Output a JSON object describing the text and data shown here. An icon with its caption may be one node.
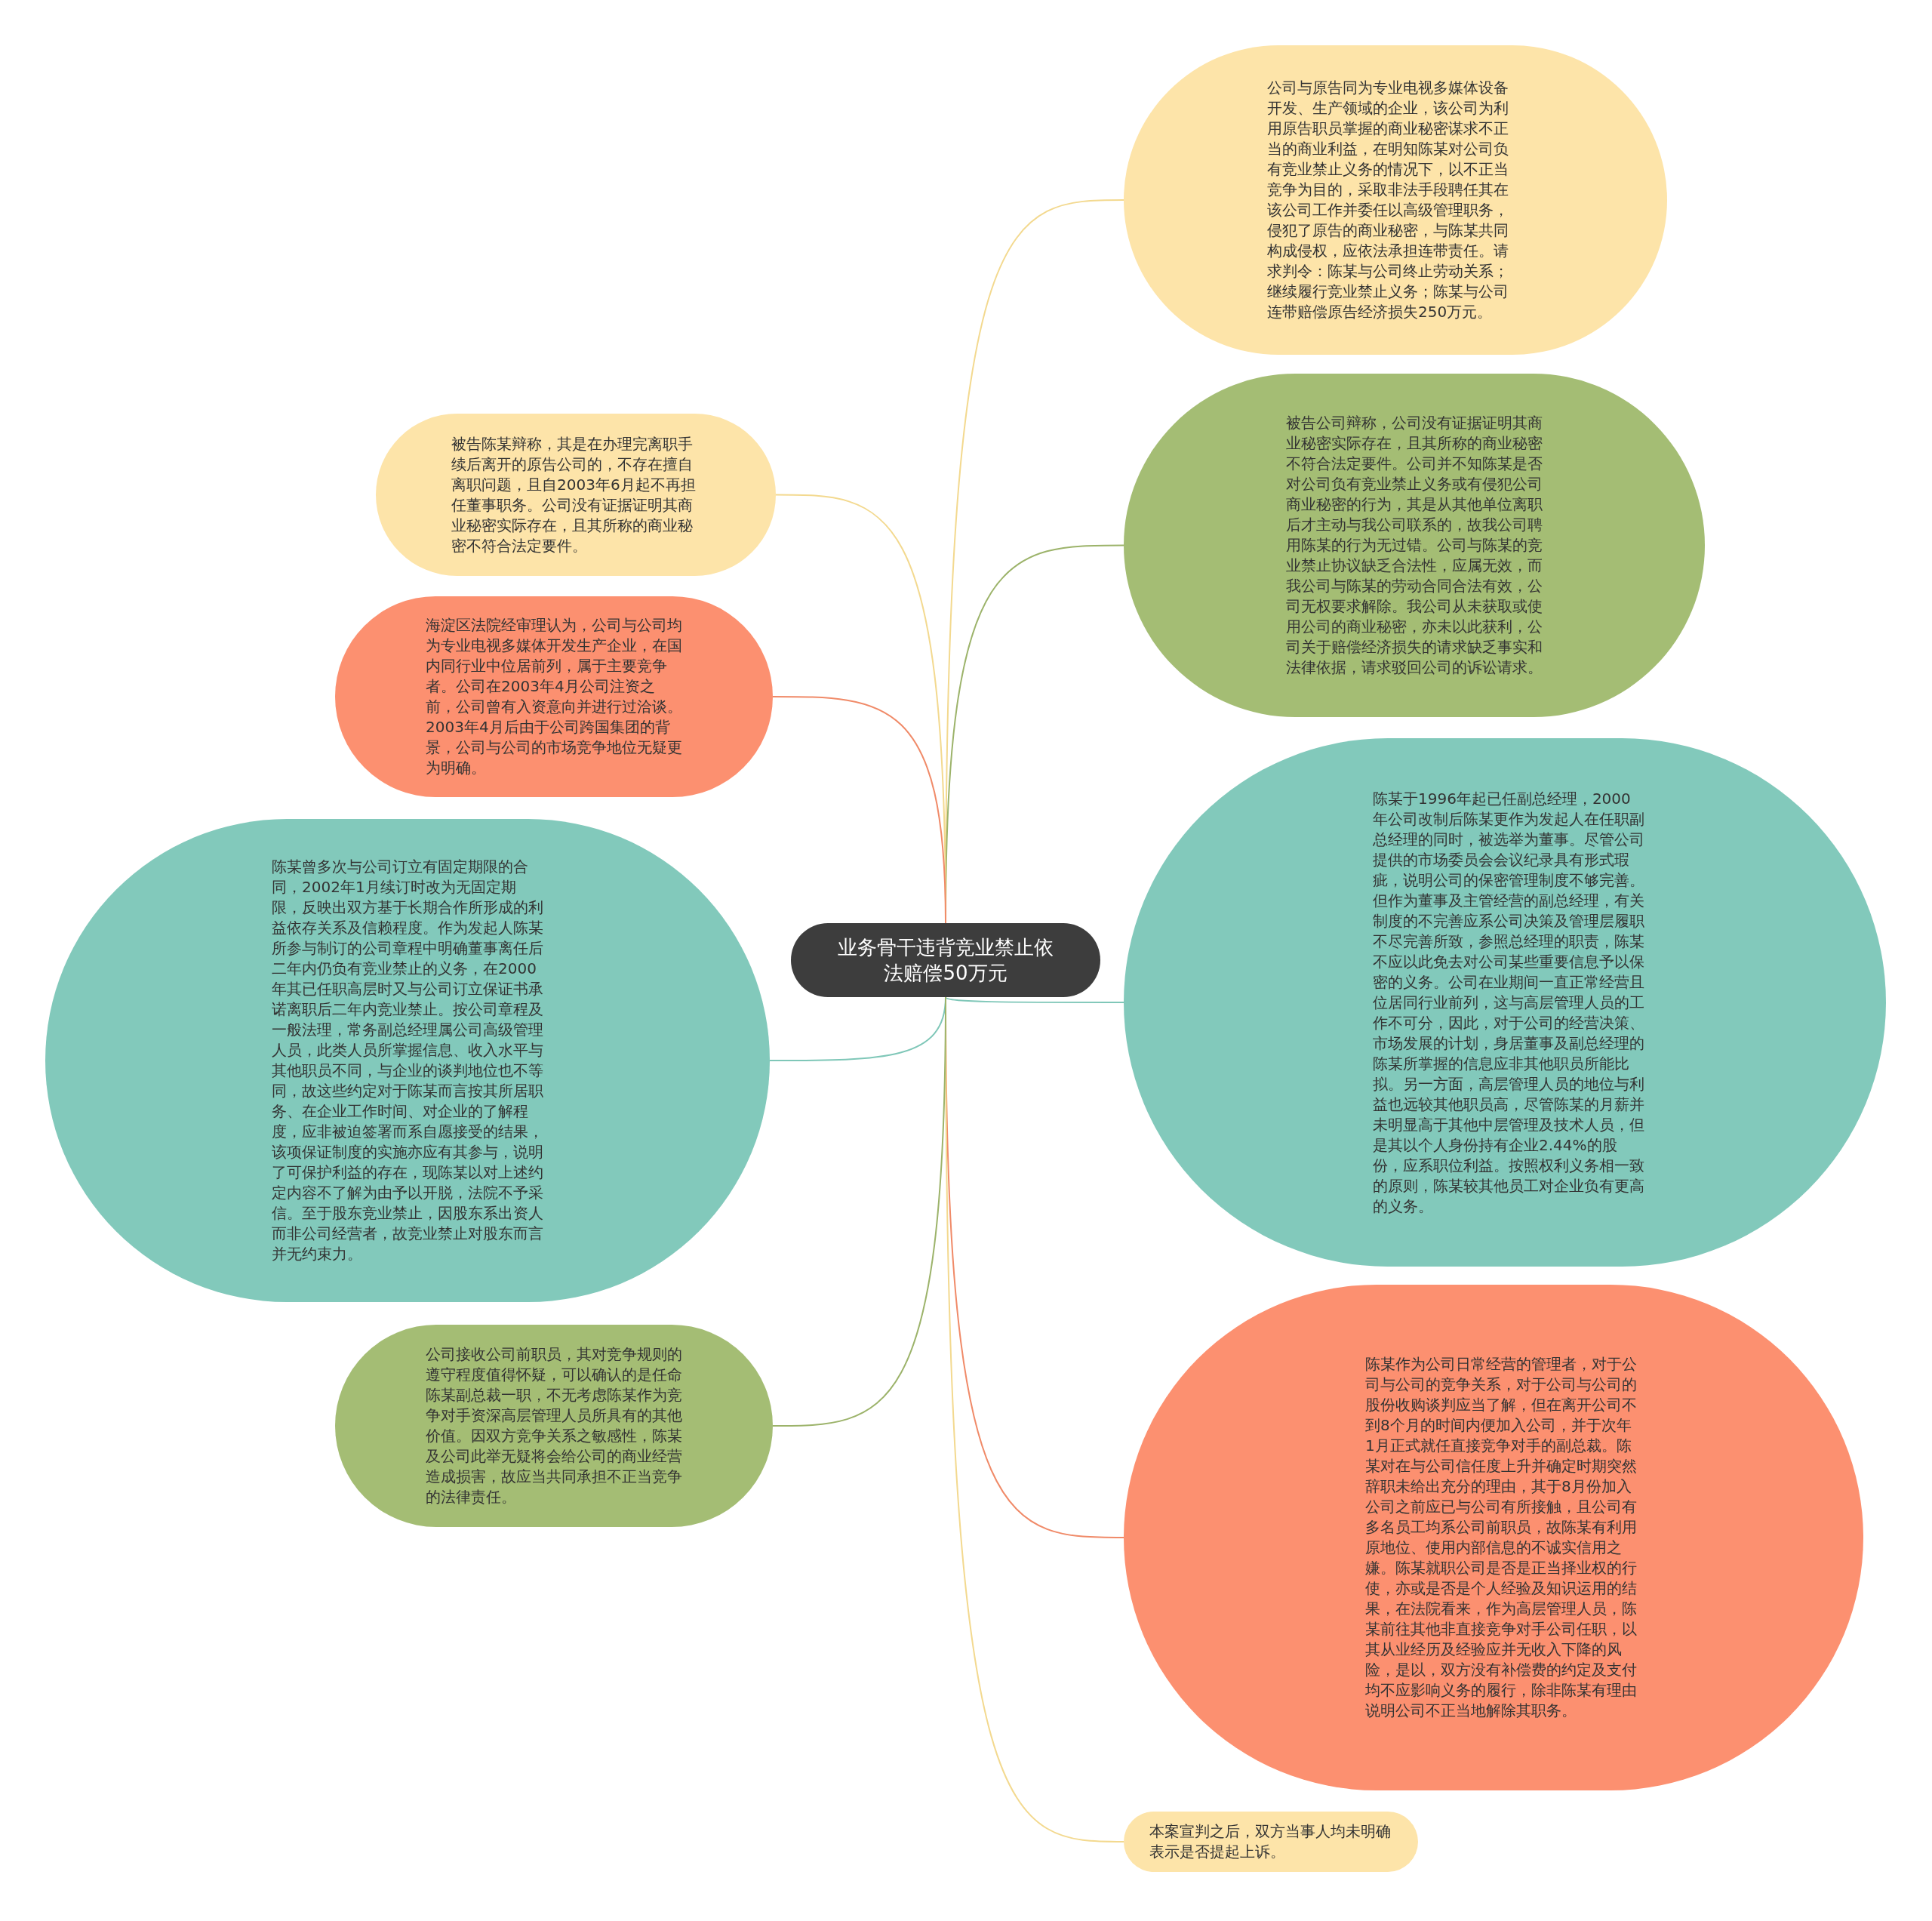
{
  "diagram": {
    "nodes": [
      {
        "text": [
          "业务骨干违背竞业禁止依法赔偿50万元"
        ]
      },
      {
        "text": [
          "公司与原告同为专业电视多媒体设备开发、生产领域的企业，该公司为利用原告职员掌握的商业秘密谋求不正当的商业利益，在明知陈某对公司负有竞业禁止义务的情况下，以不正当竞争为目的，采取非法手段聘任其在该公司工作并委任以高级管理职务，侵犯了原告的商业秘密，与陈某共同构成侵权，应依法承担连带责任。请求判令：陈某与公司终止劳动关系；继续履行竞业禁止义务；陈某与公司连带赔偿原告经济损失250万元。"
        ]
      },
      {
        "text": [
          "被告公司辩称，公司没有证据证明其商业秘密实际存在，且其所称的商业秘密不符合法定要件。公司并不知陈某是否对公司负有竞业禁止义务或有侵犯公司商业秘密的行为，其是从其他单位离职后才主动与我公司联系的，故我公司聘用陈某的行为无过错。公司与陈某的竞业禁止协议缺乏合法性，应属无效，而我公司与陈某的劳动合同合法有效，公司无权要求解除。我公司从未获取或使用公司的商业秘密，亦未以此获利，公司关于赔偿经济损失的请求缺乏事实和法律依据，请求驳回公司的诉讼请求。"
        ]
      },
      {
        "text": [
          "陈某于1996年起已任副总经理，2000年公司改制后陈某更作为发起人在任职副总经理的同时，被选举为董事。尽管公司提供的市场委员会会议纪录具有形式瑕疵，说明公司的保密管理制度不够完善。但作为董事及主管经营的副总经理，有关制度的不完善应系公司决策及管理层履职不尽完善所致，参照总经理的职责，陈某不应以此免去对公司某些重要信息予以保密的义务。公司在业期间一直正常经营且位居同行业前列，这与高层管理人员的工作不可分，因此，对于公司的经营决策、市场发展的计划，身居董事及副总经理的陈某所掌握的信息应非其他职员所能比拟。另一方面，高层管理人员的地位与利益也远较其他职员高，尽管陈某的月薪并未明显高于其他中层管理及技术人员，但是其以个人身份持有企业2.44%的股份，应系职位利益。按照权利义务相一致的原则，陈某较其他员工对企业负有更高的义务。"
        ]
      },
      {
        "text": [
          "陈某作为公司日常经营的管理者，对于公司与公司的竞争关系，对于公司与公司的股份收购谈判应当了解，但在离开公司不到8个月的时间内便加入公司，并于次年1月正式就任直接竞争对手的副总裁。陈某对在与公司信任度上升并确定时期突然辞职未给出充分的理由，其于8月份加入公司之前应已与公司有所接触，且公司有多名员工均系公司前职员，故陈某有利用原地位、使用内部信息的不诚实信用之嫌。陈某就职公司是否是正当择业权的行使，亦或是否是个人经验及知识运用的结果，在法院看来，作为高层管理人员，陈某前往其他非直接竞争对手公司任职，以其从业经历及经验应并无收入下降的风险，是以，双方没有补偿费的约定及支付均不应影响义务的履行，除非陈某有理由说明公司不正当地解除其职务。"
        ]
      },
      {
        "text": [
          "本案宣判之后，双方当事人均未明确表示是否提起上诉。"
        ]
      },
      {
        "text": [
          "被告陈某辩称，其是在办理完离职手续后离开的原告公司的，不存在擅自离职问题，且自2003年6月起不再担任董事职务。公司没有证据证明其商业秘密实际存在，且其所称的商业秘密不符合法定要件。"
        ]
      },
      {
        "text": [
          "海淀区法院经审理认为，公司与公司均为专业电视多媒体开发生产企业，在国内同行业中位居前列，属于主要竞争者。公司在2003年4月公司注资之前，公司曾有入资意向并进行过洽谈。2003年4月后由于公司跨国集团的背景，公司与公司的市场竞争地位无疑更为明确。"
        ]
      },
      {
        "text": [
          "陈某曾多次与公司订立有固定期限的合同，2002年1月续订时改为无固定期限，反映出双方基于长期合作所形成的利益依存关系及信赖程度。作为发起人陈某所参与制订的公司章程中明确董事离任后二年内仍负有竞业禁止的义务，在2000年其已任职高层时又与公司订立保证书承诺离职后二年内竞业禁止。按公司章程及一般法理，常务副总经理属公司高级管理人员，此类人员所掌握信息、收入水平与其他职员不同，与企业的谈判地位也不等同，故这些约定对于陈某而言按其所居职务、在企业工作时间、对企业的了解程度，应非被迫签署而系自愿接受的结果，该项保证制度的实施亦应有其参与，说明了可保护利益的存在，现陈某以对上述约定内容不了解为由予以开脱，法院不予采信。至于股东竞业禁止，因股东系出资人而非公司经营者，故竞业禁止对股东而言并无约束力。"
        ]
      },
      {
        "text": [
          "公司接收公司前职员，其对竞争规则的遵守程度值得怀疑，可以确认的是任命陈某副总裁一职，不无考虑陈某作为竞争对手资深高层管理人员所具有的其他价值。因双方竞争关系之敏感性，陈某及公司此举无疑将会给公司的商业经营造成损害，故应当共同承担不正当竞争的法律责任。"
        ]
      }
    ],
    "edges": [
      {
        "from": 0,
        "to": 1,
        "arrow": "none"
      },
      {
        "from": 0,
        "to": 2,
        "arrow": "none",
        "color": "#9cb36a"
      },
      {
        "from": 0,
        "to": 3,
        "arrow": "none",
        "color": "#7fc7b8"
      },
      {
        "from": 0,
        "to": 4,
        "arrow": "none",
        "color": "#f08a68"
      },
      {
        "from": 0,
        "to": 5,
        "arrow": "none"
      },
      {
        "from": 0,
        "to": 6,
        "arrow": "none"
      },
      {
        "from": 0,
        "to": 7,
        "arrow": "none",
        "color": "#f08a68"
      },
      {
        "from": 0,
        "to": 8,
        "arrow": "none",
        "color": "#7fc7b8"
      },
      {
        "from": 0,
        "to": 9,
        "arrow": "none",
        "color": "#9cb36a"
      }
    ]
  }
}
